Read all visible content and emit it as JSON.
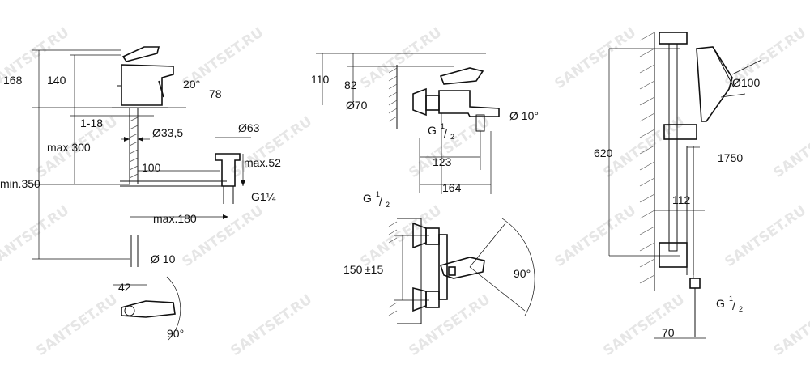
{
  "watermark": "SANTSET.RU",
  "basin_mixer": {
    "dims": {
      "h168": "168",
      "h140": "140",
      "angle20": "20°",
      "d78": "78",
      "thread118": "1-18",
      "max300": "max.300",
      "d335": "Ø33,5",
      "d63": "Ø63",
      "d100": "100",
      "max52": "max.52",
      "min350": "min.350",
      "g114": "G1¼",
      "max180": "max.180",
      "d10": "Ø 10",
      "d42": "42",
      "angle90": "90°"
    }
  },
  "bath_mixer": {
    "dims": {
      "d110": "110",
      "d82": "82",
      "d70": "Ø70",
      "g_main": "G",
      "frac_num": "1",
      "frac_den": "2",
      "angle10": "Ø 10°",
      "d123": "123",
      "d164": "164",
      "g_top": "G",
      "d150": "150",
      "pm15": "±15",
      "angle90": "90°"
    }
  },
  "shower_set": {
    "dims": {
      "d100": "Ø100",
      "d620": "620",
      "d1750": "1750",
      "d112": "112",
      "g": "G",
      "frac_num": "1",
      "frac_den": "2",
      "d70": "70"
    }
  }
}
